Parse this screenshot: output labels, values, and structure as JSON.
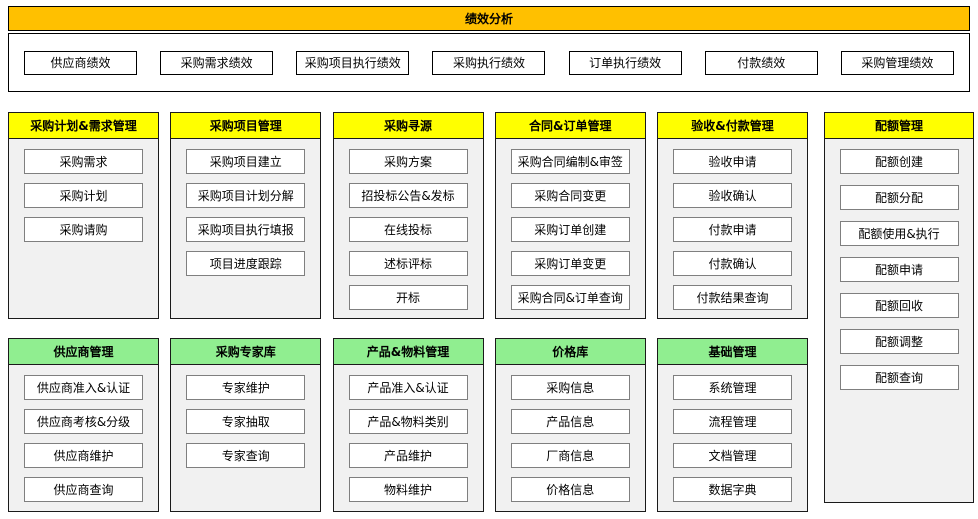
{
  "banner": {
    "title": "绩效分析"
  },
  "performance": {
    "items": [
      "供应商绩效",
      "采购需求绩效",
      "采购项目执行绩效",
      "采购执行绩效",
      "订单执行绩效",
      "付款绩效",
      "采购管理绩效"
    ]
  },
  "middle_columns": [
    {
      "title": "采购计划&需求管理",
      "items": [
        "采购需求",
        "采购计划",
        "采购请购"
      ]
    },
    {
      "title": "采购项目管理",
      "items": [
        "采购项目建立",
        "采购项目计划分解",
        "采购项目执行填报",
        "项目进度跟踪"
      ]
    },
    {
      "title": "采购寻源",
      "items": [
        "采购方案",
        "招投标公告&发标",
        "在线投标",
        "述标评标",
        "开标"
      ]
    },
    {
      "title": "合同&订单管理",
      "items": [
        "采购合同编制&审签",
        "采购合同变更",
        "采购订单创建",
        "采购订单变更",
        "采购合同&订单查询"
      ]
    },
    {
      "title": "验收&付款管理",
      "items": [
        "验收申请",
        "验收确认",
        "付款申请",
        "付款确认",
        "付款结果查询"
      ]
    }
  ],
  "quota_column": {
    "title": "配额管理",
    "items": [
      "配额创建",
      "配额分配",
      "配额使用&执行",
      "配额申请",
      "配额回收",
      "配额调整",
      "配额查询"
    ]
  },
  "bottom_columns": [
    {
      "title": "供应商管理",
      "items": [
        "供应商准入&认证",
        "供应商考核&分级",
        "供应商维护",
        "供应商查询"
      ]
    },
    {
      "title": "采购专家库",
      "items": [
        "专家维护",
        "专家抽取",
        "专家查询"
      ]
    },
    {
      "title": "产品&物料管理",
      "items": [
        "产品准入&认证",
        "产品&物料类别",
        "产品维护",
        "物料维护"
      ]
    },
    {
      "title": "价格库",
      "items": [
        "采购信息",
        "产品信息",
        "厂商信息",
        "价格信息"
      ]
    },
    {
      "title": "基础管理",
      "items": [
        "系统管理",
        "流程管理",
        "文档管理",
        "数据字典"
      ]
    }
  ],
  "colors": {
    "banner": "#FFC000",
    "yellow_header": "#FFFF00",
    "green_header": "#90EE90",
    "panel_background": "#F1F1F1",
    "item_border": "#7F7F7F"
  }
}
